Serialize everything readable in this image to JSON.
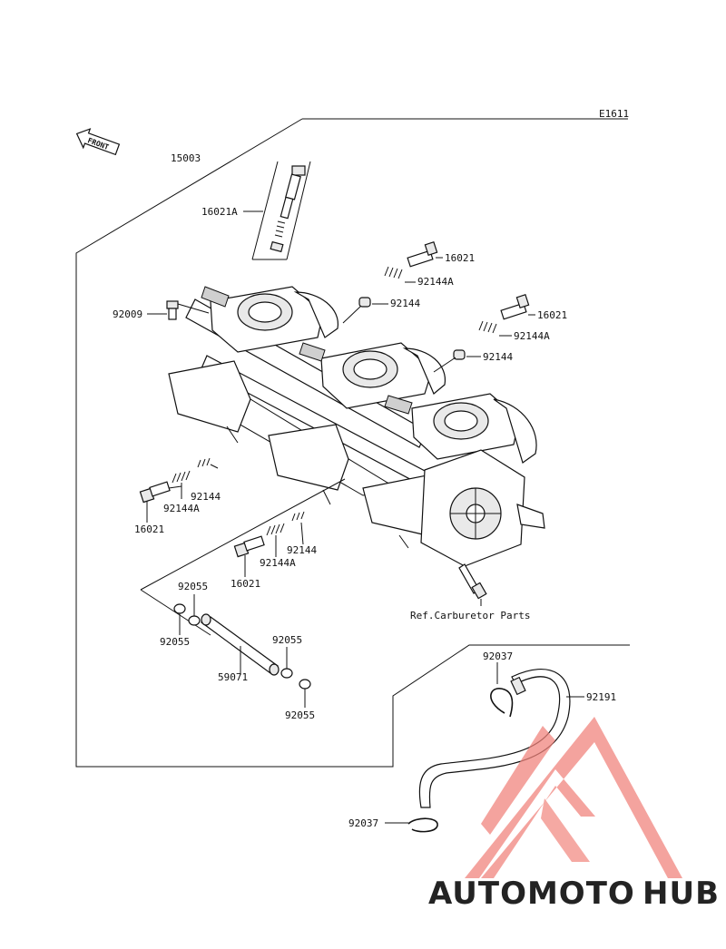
{
  "diagram_code": "E1611",
  "front_label": "FRONT",
  "reference_note": "Ref.Carburetor Parts",
  "callouts": {
    "p15003": "15003",
    "p16021A": "16021A",
    "p92009": "92009",
    "p16021_a": "16021",
    "p92144A_a": "92144A",
    "p92144_a": "92144",
    "p16021_b": "16021",
    "p92144A_b": "92144A",
    "p92144_b": "92144",
    "p92144_c": "92144",
    "p92144A_c": "92144A",
    "p16021_c": "16021",
    "p92144_d": "92144",
    "p92144A_d": "92144A",
    "p16021_d": "16021",
    "p92055_a": "92055",
    "p92055_b": "92055",
    "p59071": "59071",
    "p92055_c": "92055",
    "p92055_d": "92055",
    "p92037_a": "92037",
    "p92191": "92191",
    "p92037_b": "92037"
  },
  "watermark": {
    "part1": "AUTOMOTO",
    "part2": "HUB",
    "color_primary": "#f0827a",
    "color_secondary": "#f5b85a",
    "color_dark": "#5a5a5a"
  }
}
